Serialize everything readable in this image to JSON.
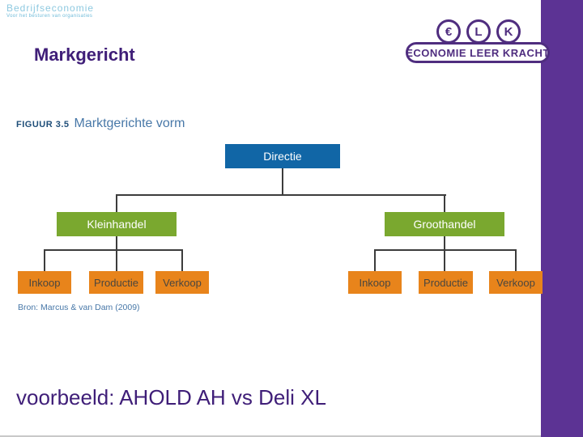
{
  "header": {
    "brand": "Bedrijfseconomie",
    "subtitle": "Voor het besturen van organisaties"
  },
  "logo": {
    "circles": [
      "€",
      "L",
      "K"
    ],
    "text": "ECONOMIE LEER KRACHT"
  },
  "slide": {
    "title": "Markgericht",
    "footer_text": "voorbeeld: AHOLD AH vs Deli XL"
  },
  "figure": {
    "label": "FIGUUR 3.5",
    "caption": "Marktgerichte vorm",
    "source": "Bron: Marcus & van Dam (2009)"
  },
  "chart_data": {
    "type": "org-chart",
    "root": "Directie",
    "children": [
      {
        "label": "Kleinhandel",
        "children": [
          "Inkoop",
          "Productie",
          "Verkoop"
        ]
      },
      {
        "label": "Groothandel",
        "children": [
          "Inkoop",
          "Productie",
          "Verkoop"
        ]
      }
    ]
  },
  "colors": {
    "sidebar_purple": "#5c3394",
    "logo_purple": "#4f2d7f",
    "title_purple": "#3f1e78",
    "box_blue": "#1166a6",
    "box_green": "#7aa82f",
    "box_orange": "#e8841b",
    "figure_label_blue": "#1f4e79",
    "figure_caption_blue": "#4878a8",
    "brand_light_blue": "#8ec9e0"
  }
}
